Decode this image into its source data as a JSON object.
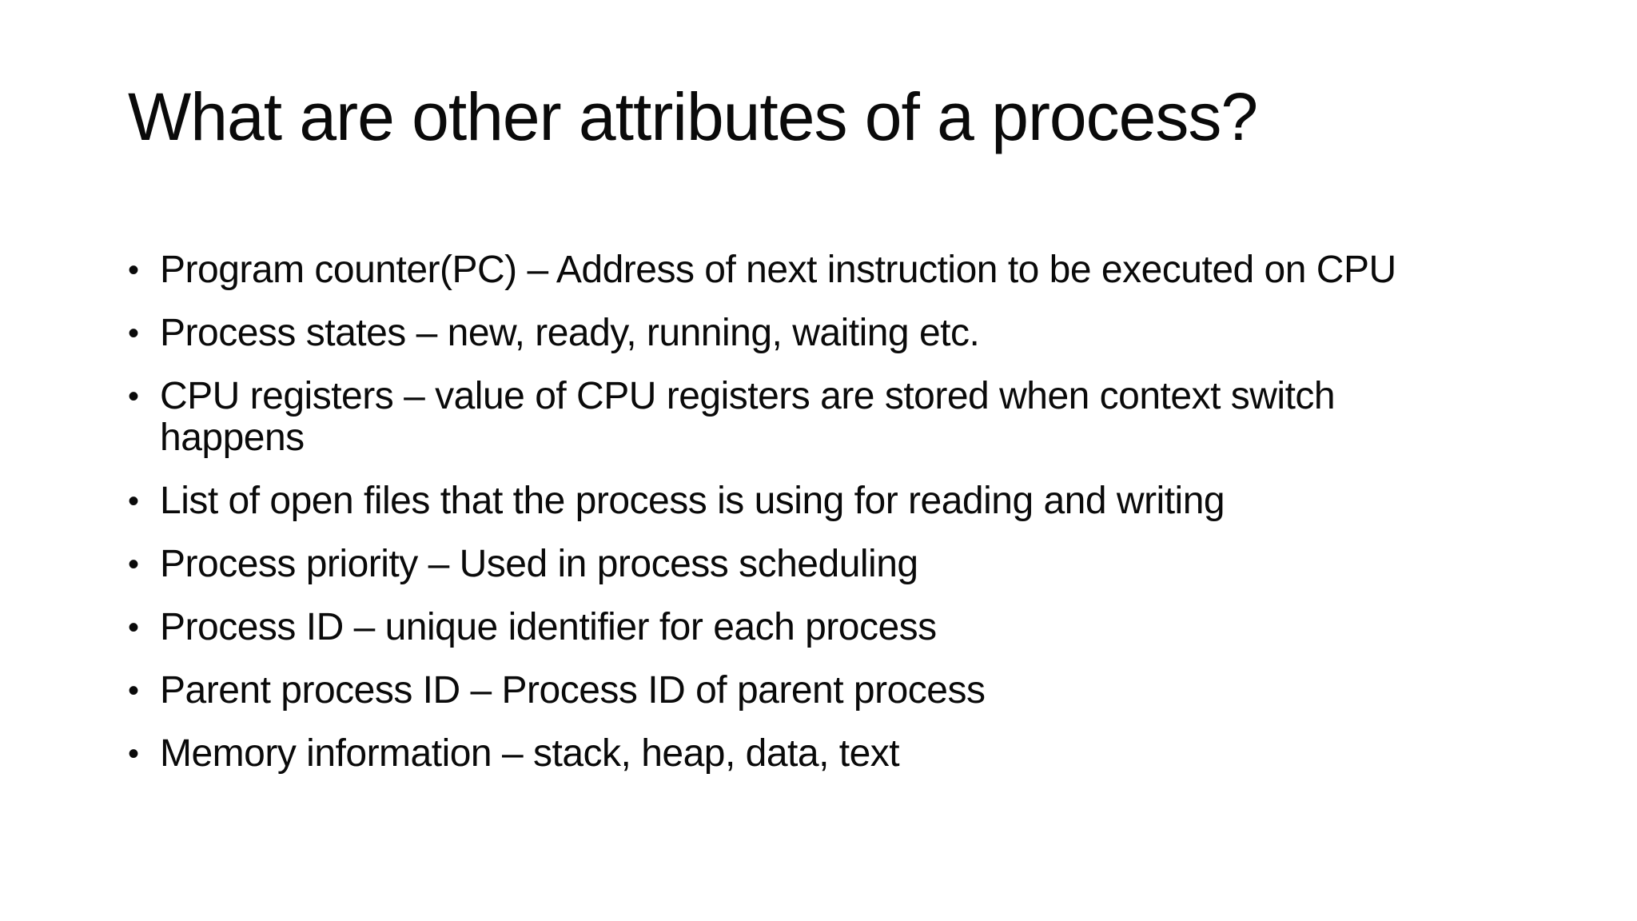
{
  "slide": {
    "title": "What are other attributes of a process?",
    "bullet_char": "•",
    "bullets": [
      "Program counter(PC) – Address of next instruction to be executed on CPU",
      "Process states – new, ready, running, waiting etc.",
      "CPU registers – value of CPU registers are stored when context switch happens",
      "List of open files that the process is using for reading and writing",
      "Process priority – Used in process scheduling",
      "Process ID – unique identifier for each process",
      "Parent process ID – Process ID of parent process",
      "Memory information – stack, heap, data, text"
    ],
    "colors": {
      "background": "#ffffff",
      "text": "#0a0a0a"
    }
  }
}
